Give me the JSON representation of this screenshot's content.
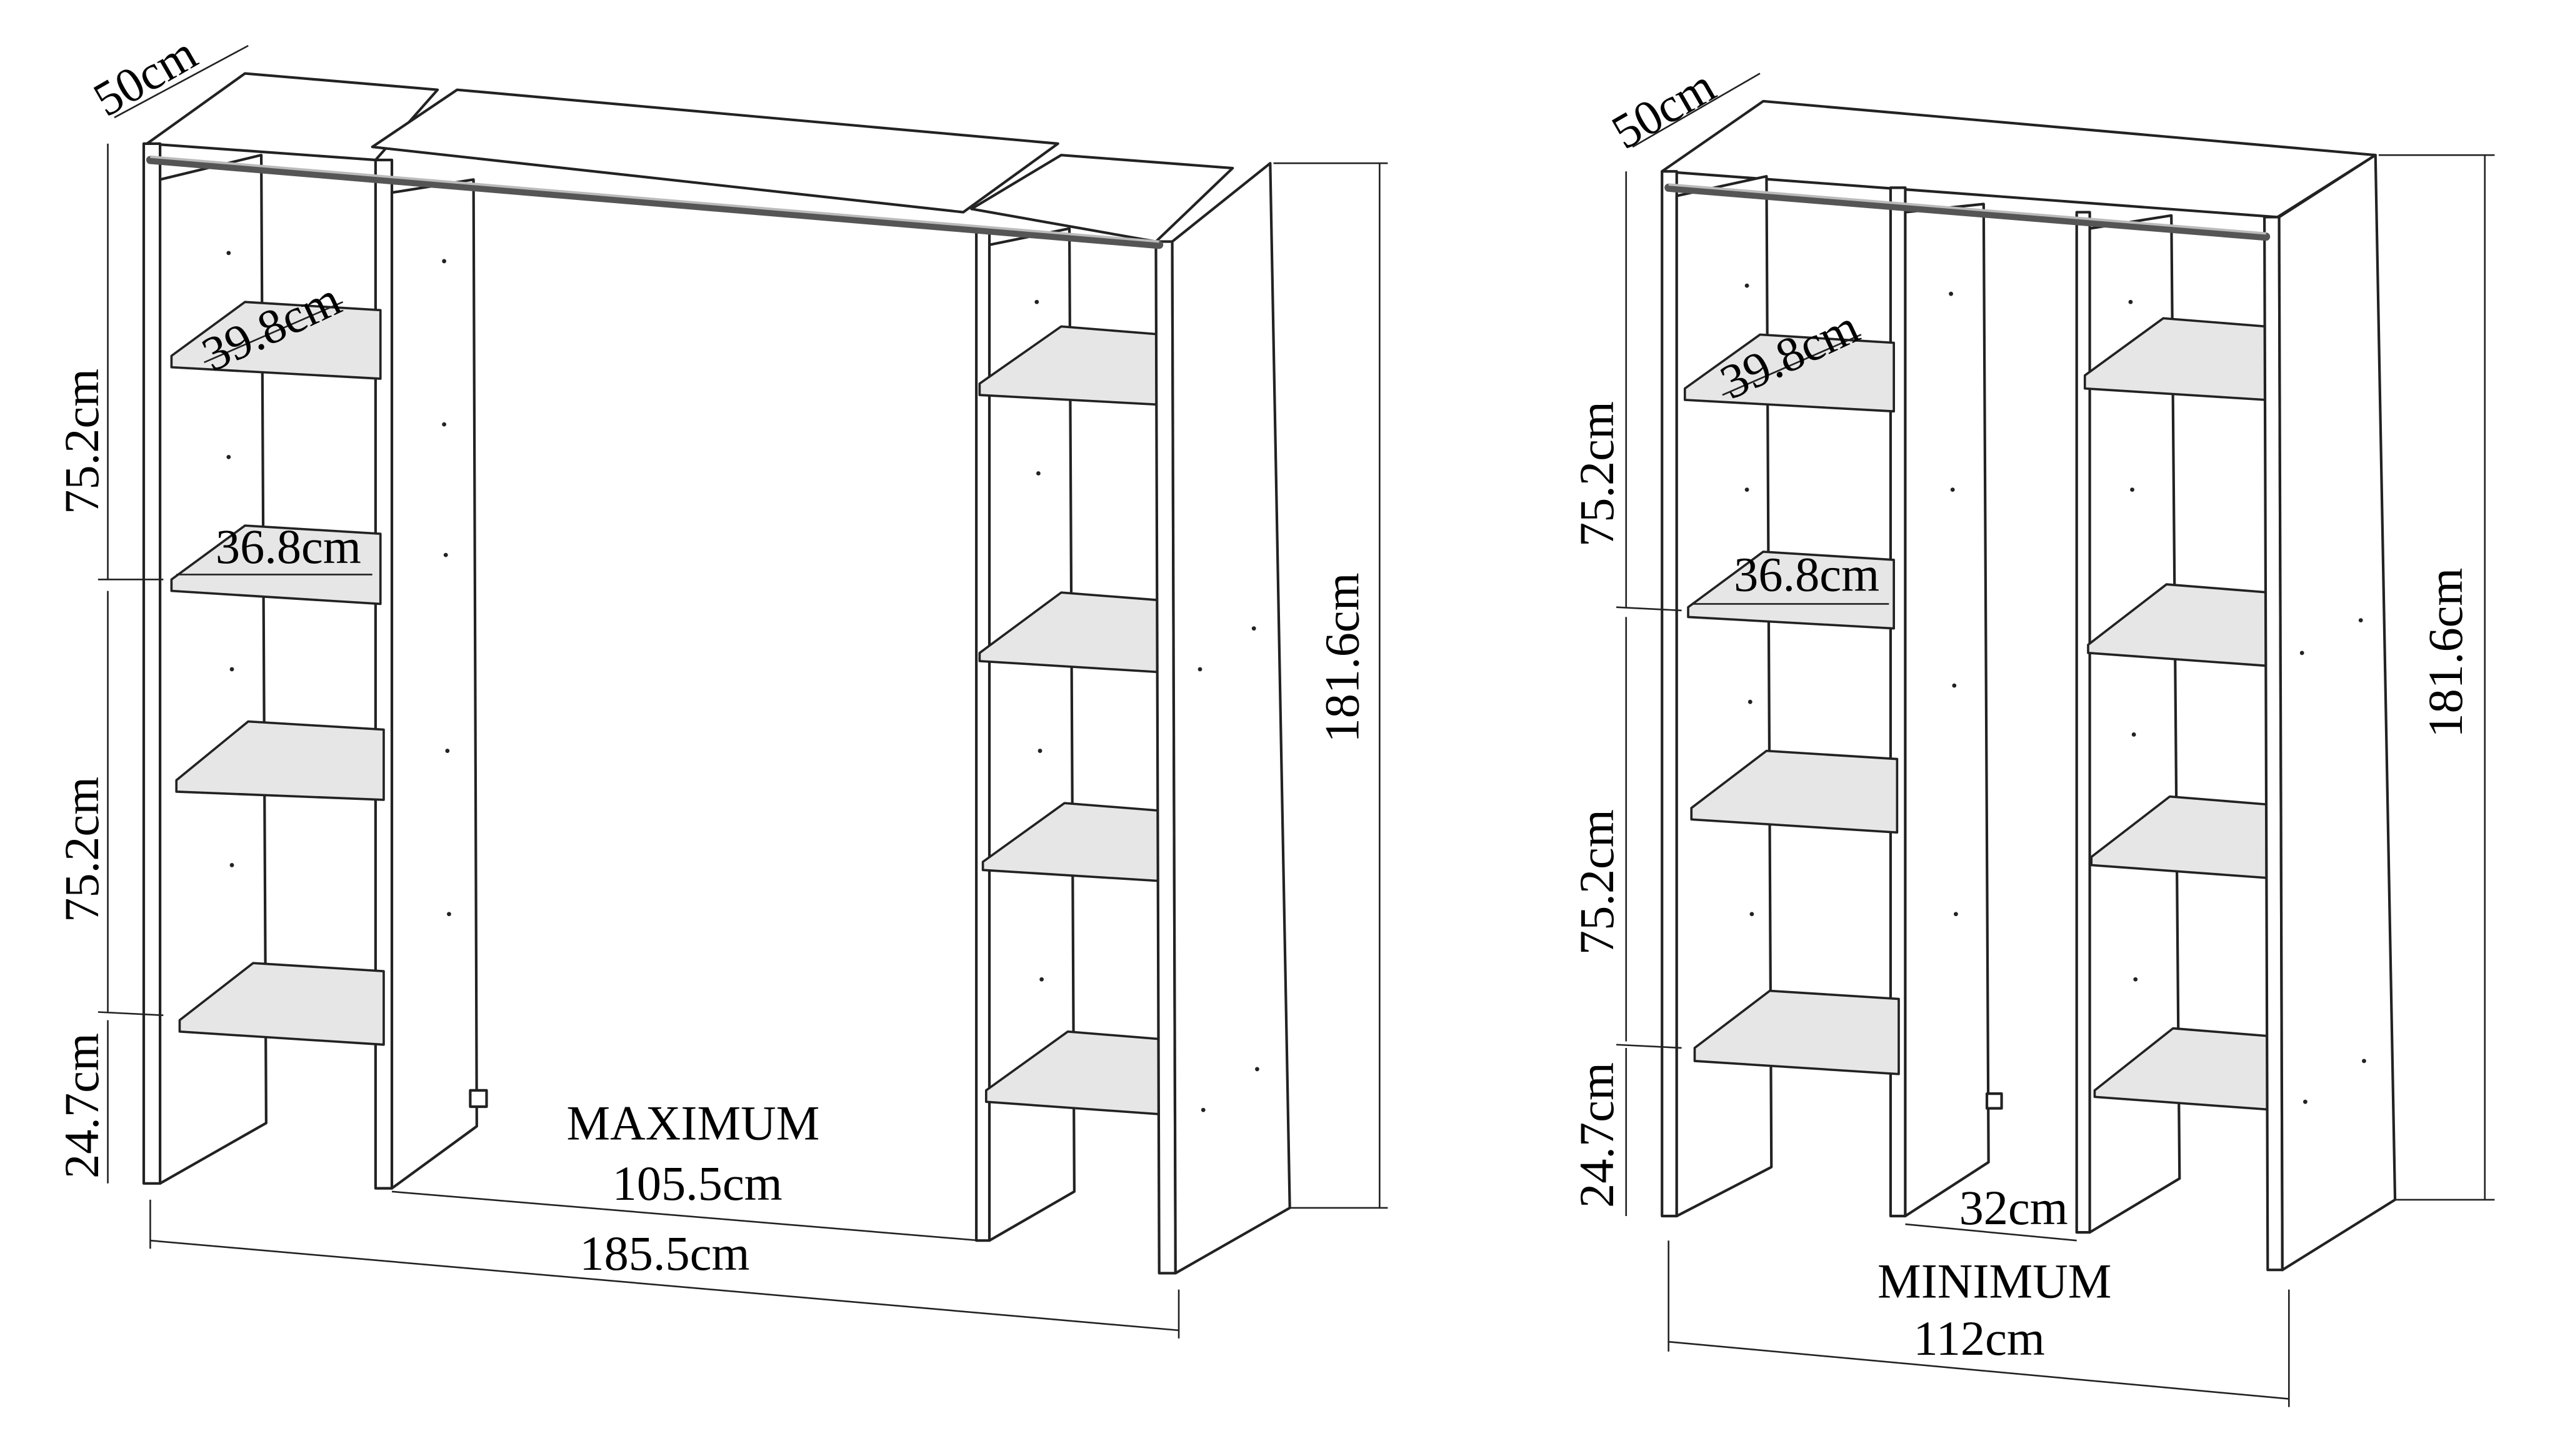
{
  "maximum": {
    "label": "MAXIMUM",
    "depth": "50cm",
    "shelf_top_depth": "39.8cm",
    "shelf_depth": "36.8cm",
    "upper_height": "75.2cm",
    "middle_height": "75.2cm",
    "bottom_height": "24.7cm",
    "total_height": "181.6cm",
    "gap_width": "105.5cm",
    "total_width": "185.5cm"
  },
  "minimum": {
    "label": "MINIMUM",
    "depth": "50cm",
    "shelf_top_depth": "39.8cm",
    "shelf_depth": "36.8cm",
    "upper_height": "75.2cm",
    "middle_height": "75.2cm",
    "bottom_height": "24.7cm",
    "total_height": "181.6cm",
    "gap_width": "32cm",
    "total_width": "112cm"
  }
}
